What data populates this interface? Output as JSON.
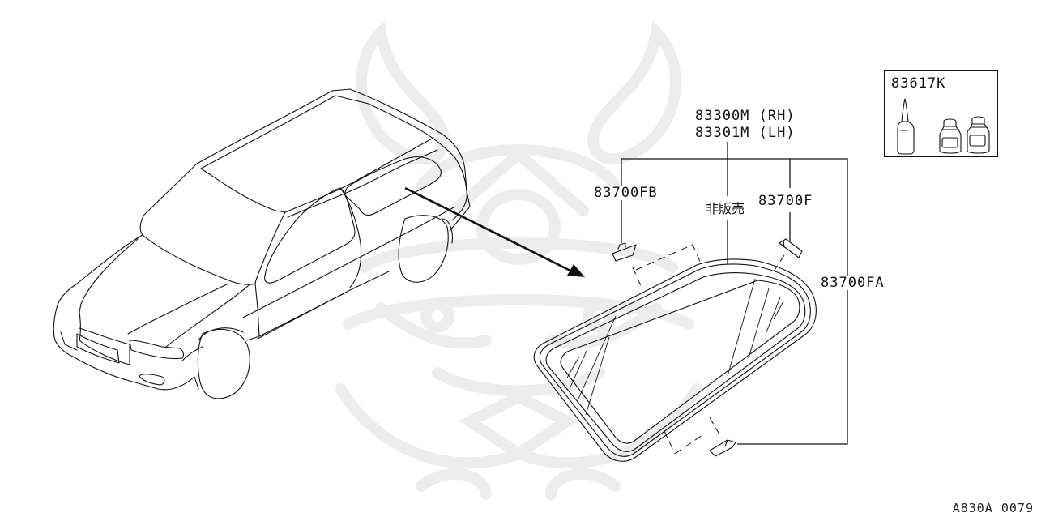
{
  "diagram": {
    "type": "exploded-parts-diagram",
    "subject": "Rear side quarter window glass assembly",
    "figure_code": "A830A 0079"
  },
  "parts": {
    "glass": {
      "line1": "83300M (RH)",
      "line2": "83301M (LH)"
    },
    "clip_fb": {
      "label": "83700FB"
    },
    "not_for_sale": {
      "label": "非販売"
    },
    "clip_f": {
      "label": "83700F"
    },
    "clip_fa": {
      "label": "83700FA"
    },
    "adhesive_kit": {
      "label": "83617K"
    }
  },
  "icons": {
    "watermark": "samurai-helmet-watermark-icon",
    "vehicle": "station-wagon-line-drawing",
    "arrow": "pointer-arrow-icon"
  },
  "colors": {
    "line": "#111111",
    "background": "#ffffff",
    "watermark": "#ececec"
  }
}
